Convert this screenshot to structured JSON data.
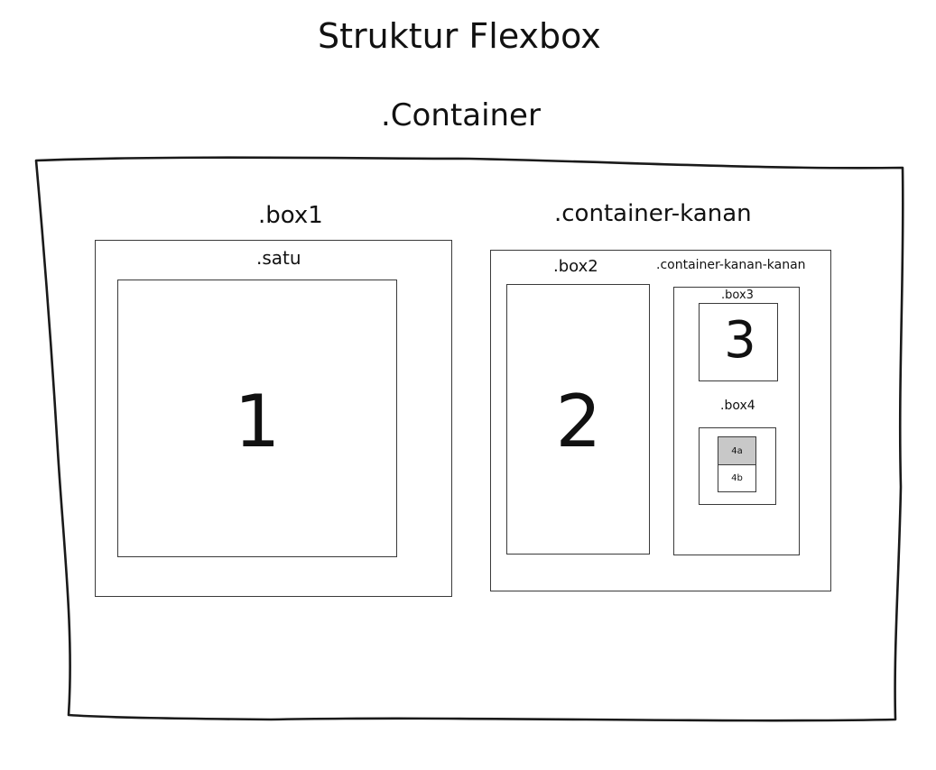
{
  "title": "Struktur Flexbox",
  "container": {
    "label": ".Container",
    "box1": {
      "label": ".box1",
      "satu": {
        "label": ".satu",
        "number": "1"
      }
    },
    "container_kanan": {
      "label": ".container-kanan",
      "box2": {
        "label": ".box2",
        "number": "2"
      },
      "container_kanan_kanan": {
        "label": ".container-kanan-kanan",
        "box3": {
          "label": ".box3",
          "number": "3"
        },
        "box4": {
          "label": ".box4",
          "item_4a": "4a",
          "item_4b": "4b"
        }
      }
    }
  },
  "colors": {
    "stroke": "#1a1a1a",
    "box_4a_fill": "#c8c8c8"
  }
}
